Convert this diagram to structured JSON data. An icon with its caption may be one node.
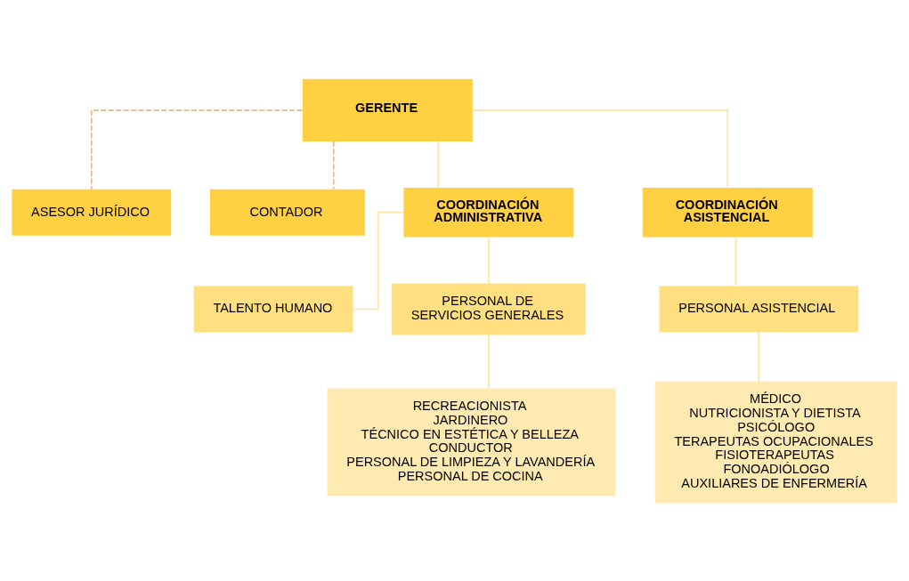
{
  "diagram": {
    "nodes": [
      {
        "text": [
          "GERENTE"
        ]
      },
      {
        "text": [
          "ASESOR JURÍDICO"
        ]
      },
      {
        "text": [
          "CONTADOR"
        ]
      },
      {
        "text": [
          "COORDINACIÓN ADMINISTRATIVA"
        ]
      },
      {
        "text": [
          "COORDINACIÓN ASISTENCIAL"
        ]
      },
      {
        "text": [
          "TALENTO HUMANO"
        ]
      },
      {
        "text": [
          "PERSONAL DE SERVICIOS GENERALES"
        ]
      },
      {
        "text": [
          "RECREACIONISTA",
          "JARDINERO",
          "TÉCNICO EN ESTÉTICA Y BELLEZA",
          "CONDUCTOR",
          "PERSONAL DE LIMPIEZA Y LAVANDERÍA",
          "PERSONAL DE COCINA"
        ]
      },
      {
        "text": [
          "PERSONAL ASISTENCIAL"
        ]
      },
      {
        "text": [
          "MÉDICO",
          "NUTRICIONISTA Y DIETISTA",
          "PSICÓLOGO",
          "TERAPEUTAS OCUPACIONALES",
          "FISIOTERAPEUTAS",
          "FONOADIÓLOGO",
          "AUXILIARES DE ENFERMERÍA"
        ]
      }
    ],
    "edges": [
      {
        "from": 0,
        "to": 1,
        "arrow": "none",
        "style": "dashed",
        "color": "#f4b183"
      },
      {
        "from": 0,
        "to": 2,
        "arrow": "none",
        "style": "dashed",
        "color": "#f4b183"
      },
      {
        "from": 0,
        "to": 3,
        "arrow": "none"
      },
      {
        "from": 0,
        "to": 4,
        "arrow": "none"
      },
      {
        "from": 3,
        "to": 5,
        "arrow": "none"
      },
      {
        "from": 3,
        "to": 6,
        "arrow": "none"
      },
      {
        "from": 6,
        "to": 7,
        "arrow": "none"
      },
      {
        "from": 4,
        "to": 8,
        "arrow": "none"
      },
      {
        "from": 8,
        "to": 9,
        "arrow": "none"
      }
    ]
  }
}
